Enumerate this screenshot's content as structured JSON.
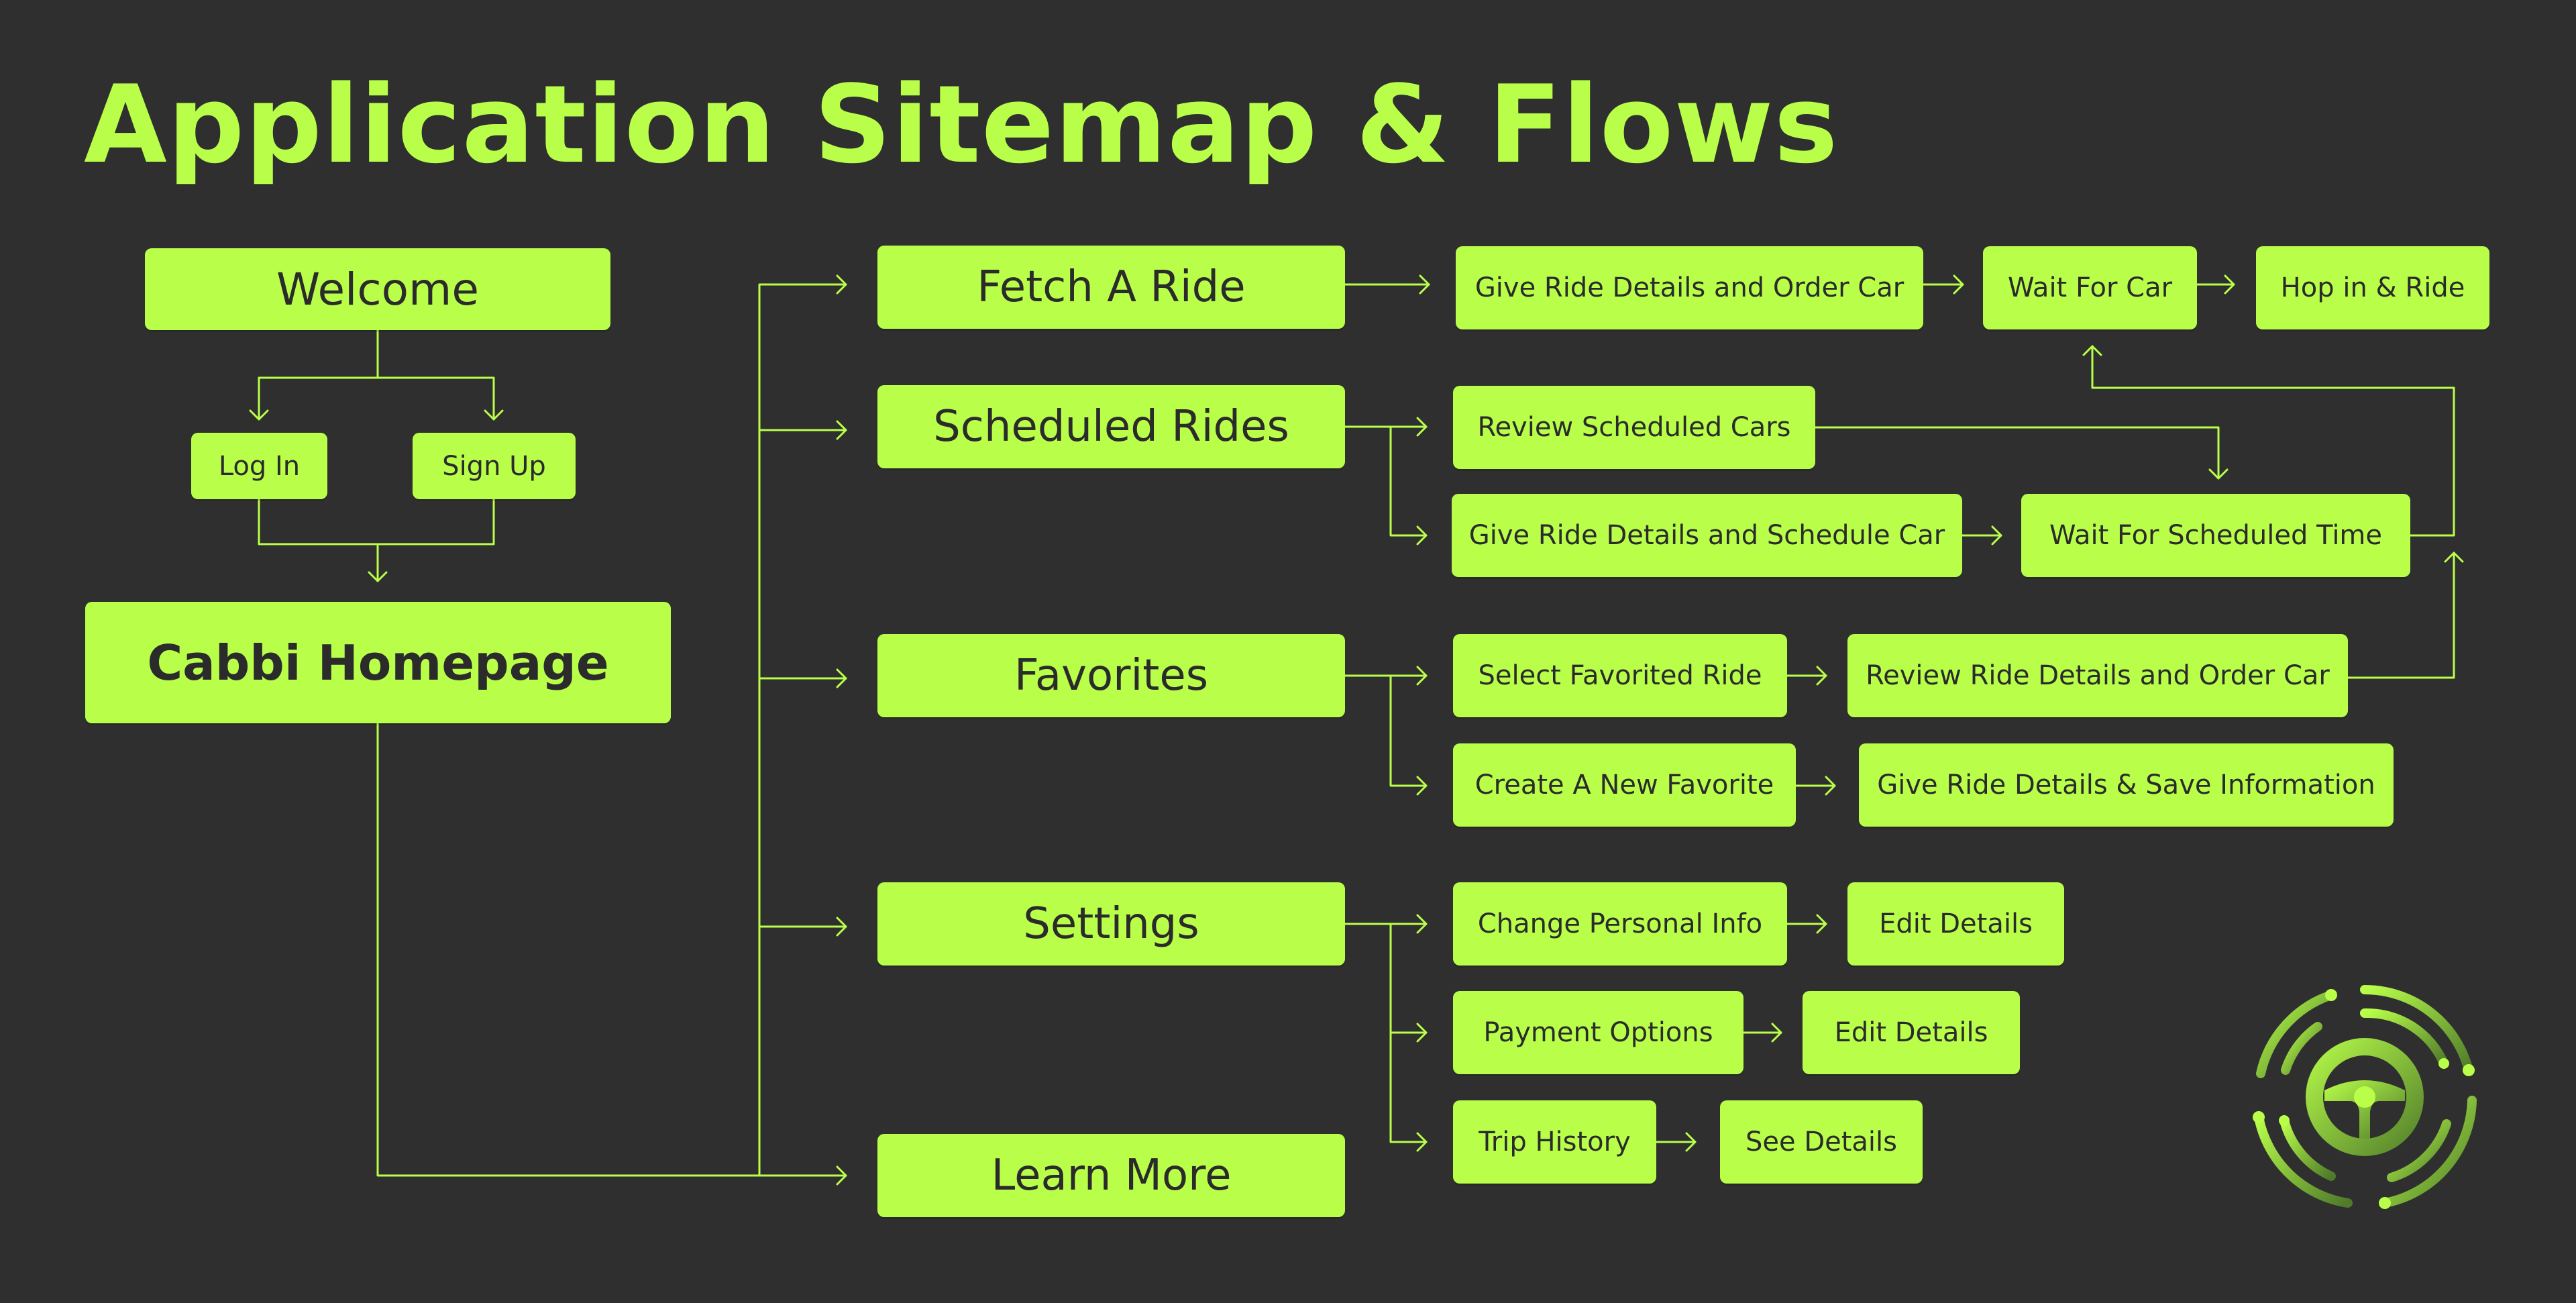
{
  "title": "Application Sitemap & Flows",
  "nodes": {
    "welcome": "Welcome",
    "log_in": "Log In",
    "sign_up": "Sign Up",
    "homepage": "Cabbi Homepage",
    "fetch_a_ride": "Fetch A Ride",
    "scheduled_rides": "Scheduled Rides",
    "favorites": "Favorites",
    "settings": "Settings",
    "learn_more": "Learn More",
    "give_ride_details_order_car": "Give Ride Details and Order Car",
    "wait_for_car": "Wait For Car",
    "hop_in_ride": "Hop in & Ride",
    "review_scheduled_cars": "Review Scheduled Cars",
    "give_ride_details_schedule_car": "Give Ride Details and Schedule Car",
    "wait_for_scheduled_time": "Wait For Scheduled Time",
    "select_favorited_ride": "Select Favorited Ride",
    "review_ride_details_order_car": "Review Ride Details and Order Car",
    "create_new_favorite": "Create A New Favorite",
    "give_ride_details_save_info": "Give Ride Details & Save Information",
    "change_personal_info": "Change Personal Info",
    "edit_details_1": "Edit Details",
    "payment_options": "Payment Options",
    "edit_details_2": "Edit Details",
    "trip_history": "Trip History",
    "see_details": "See Details"
  },
  "colors": {
    "background": "#2f2f2f",
    "accent": "#b9ff4a",
    "node_text": "#2b2b2b"
  },
  "logo": {
    "icon": "steering-wheel-circuit-logo"
  }
}
